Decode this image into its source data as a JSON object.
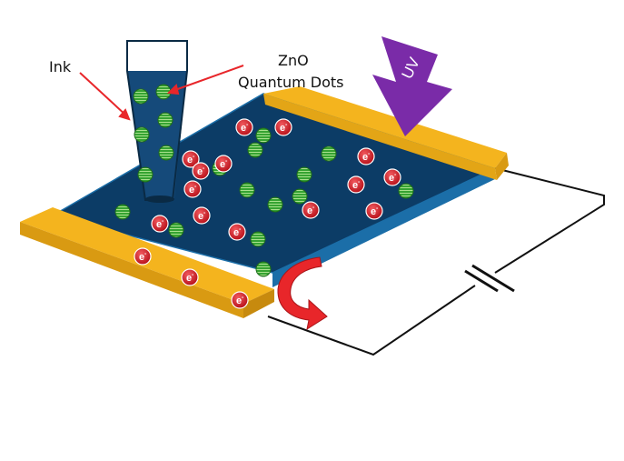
{
  "labels": {
    "ink": "Ink",
    "zno_line1": "ZnO",
    "zno_line2": "Quantum Dots",
    "uv": "UV",
    "electron": "e",
    "electron_charge": "-"
  },
  "colors": {
    "film": "#0c3c66",
    "film_edge": "#1b6ea8",
    "electrode": "#f4b41e",
    "electrode_dark": "#d99a12",
    "ink": "#154a7a",
    "dot_green": "#36a332",
    "electron_red": "#d91e26",
    "uv_arrow": "#7a2ba8",
    "current_arrow": "#e8262a",
    "pointer_red": "#e8262a",
    "wire": "#111111"
  },
  "icons": {
    "quantum_dot": "striped-green-circle-icon",
    "electron": "red-electron-circle-icon",
    "uv_light": "uv-arrow-icon",
    "current": "curved-current-arrow-icon",
    "battery": "battery-symbol-icon"
  }
}
